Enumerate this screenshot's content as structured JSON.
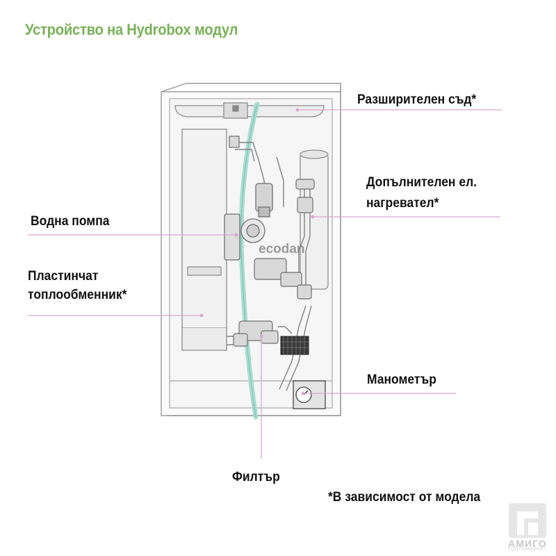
{
  "title": "Устройство на Hydrobox модул",
  "labels": {
    "expansion_vessel": "Разширителен съд*",
    "booster_heater_line1": "Допълнителен ел.",
    "booster_heater_line2": "нагревател*",
    "water_pump": "Водна помпа",
    "plate_hex_line1": "Пластинчат",
    "plate_hex_line2": "топлообменник*",
    "pressure_gauge": "Манометър",
    "filter": "Филтър",
    "footnote": "*В зависимост от модела"
  },
  "unit_branding": {
    "brand": "ecodan"
  },
  "watermark": {
    "name": "АМИГО",
    "tagline": "ТОПЛОМАРКЕТ"
  },
  "colors": {
    "title": "#7ab05a",
    "leader_line": "#d8a8d0",
    "pipe_highlight": "#a8ddd0"
  }
}
